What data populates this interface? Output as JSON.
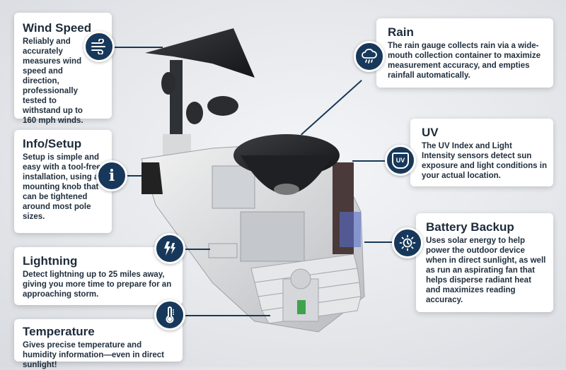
{
  "colors": {
    "icon_bg": "#17385a",
    "card_bg": "#ffffff",
    "text": "#1d2b3a",
    "background": "#e4e6ea"
  },
  "features": {
    "wind": {
      "title": "Wind Speed",
      "text": "Reliably and accurately measures wind speed and direction, professionally tested to withstand up to 160 mph winds.",
      "icon": "wind-icon"
    },
    "setup": {
      "title": "Info/Setup",
      "text": "Setup is simple and easy with a tool-free installation, using a mounting knob that can be tightened around most pole sizes.",
      "icon": "info-icon"
    },
    "lightning": {
      "title": "Lightning",
      "text": "Detect lightning up to 25 miles away, giving you more time to prepare for an approaching storm.",
      "icon": "lightning-icon"
    },
    "temperature": {
      "title": "Temperature",
      "text": "Gives precise temperature and humidity information—even in direct sunlight!",
      "icon": "thermometer-icon"
    },
    "rain": {
      "title": "Rain",
      "text": "The rain gauge collects rain via a wide-mouth collection container to maximize measurement accuracy, and empties rainfall automatically.",
      "icon": "rain-cloud-icon"
    },
    "uv": {
      "title": "UV",
      "text": "The UV Index and Light Intensity sensors detect sun exposure and light conditions in your actual location.",
      "icon": "uv-shield-icon",
      "badge": "UV"
    },
    "battery": {
      "title": "Battery Backup",
      "text": "Uses solar energy to help power the outdoor device when in direct sunlight, as well as run an aspirating fan that helps disperse radiant heat and maximizes reading accuracy.",
      "icon": "solar-clock-icon"
    }
  }
}
